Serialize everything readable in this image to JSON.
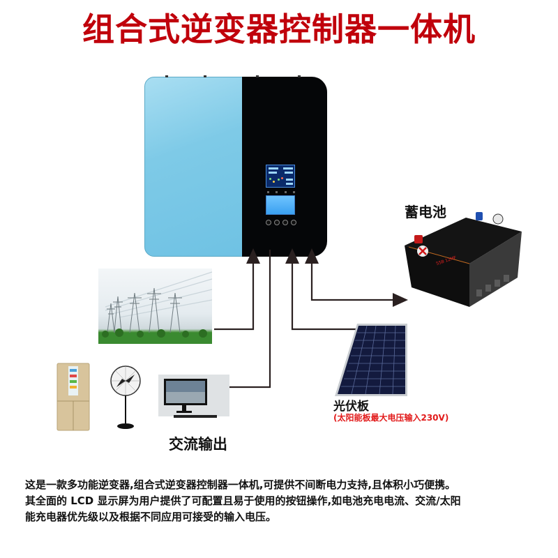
{
  "title": "组合式逆变器控制器一体机",
  "inverter": {
    "name": "solar inverter controller unit",
    "body_colors": {
      "left_panel": "#7ecae7",
      "right_panel": "#050608"
    },
    "lcd_screens": 2,
    "buttons": 4
  },
  "components": {
    "battery": {
      "label": "蓄电池"
    },
    "solar_panel": {
      "label": "光伏板",
      "note": "(太阳能板最大电压输入230V)"
    },
    "grid": {
      "label": ""
    },
    "ac_output": {
      "label": "交流输出",
      "devices": [
        "refrigerator",
        "fan",
        "computer-monitor"
      ]
    }
  },
  "connections": [
    {
      "from": "grid",
      "to": "inverter",
      "direction": "in"
    },
    {
      "from": "inverter",
      "to": "ac_output",
      "direction": "out"
    },
    {
      "from": "solar_panel",
      "to": "inverter",
      "direction": "in"
    },
    {
      "from": "inverter",
      "to": "battery",
      "direction": "bidirectional"
    }
  ],
  "description": {
    "lines": [
      "这是一款多功能逆变器,组合式逆变器控制器一体机,可提供不间断电力支持,且体积小巧便携。",
      "其全面的 LCD 显示屏为用户提供了可配置且易于使用的按钮操作,如电池充电电流、交流/太阳",
      "能充电器优先级以及根据不同应用可接受的输入电压。"
    ]
  },
  "colors": {
    "title": "#c0000b",
    "note": "#e21b1b",
    "lines": "#2a2020"
  }
}
